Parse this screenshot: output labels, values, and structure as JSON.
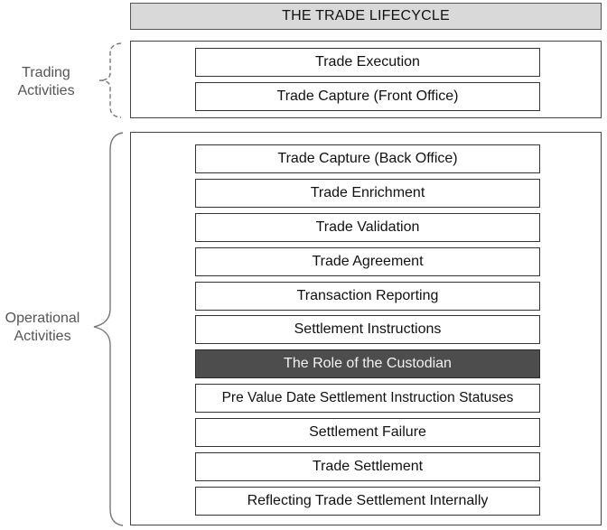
{
  "title": "THE TRADE LIFECYCLE",
  "groups": {
    "trading": {
      "label_line1": "Trading",
      "label_line2": "Activities",
      "steps": [
        "Trade Execution",
        "Trade Capture (Front Office)"
      ]
    },
    "operational": {
      "label_line1": "Operational",
      "label_line2": "Activities",
      "steps": [
        "Trade Capture (Back Office)",
        "Trade Enrichment",
        "Trade Validation",
        "Trade Agreement",
        "Transaction Reporting",
        "Settlement Instructions",
        "The Role of  the Custodian",
        "Pre Value Date Settlement Instruction Statuses",
        "Settlement Failure",
        "Trade Settlement",
        "Reflecting Trade Settlement Internally"
      ],
      "highlighted_step": "The Role of  the Custodian"
    }
  },
  "colors": {
    "title_fill": "#d9d9d9",
    "highlight_fill": "#4d4d4d",
    "highlight_text": "#f2f2f2",
    "border": "#333333"
  }
}
